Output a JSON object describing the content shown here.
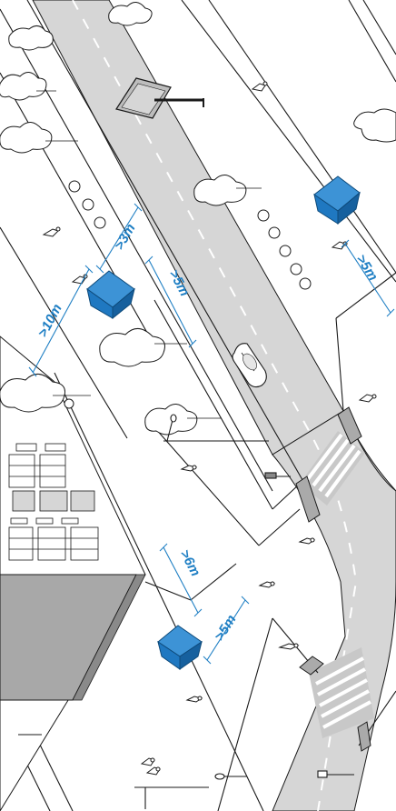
{
  "colors": {
    "background": "#ffffff",
    "road": "#d6d6d6",
    "road_edge": "#bdbdbd",
    "line": "#1a1a1a",
    "dimension": "#1f7fc4",
    "box_front": "#1f78c1",
    "box_side": "#16609e",
    "box_top": "#3d93d6",
    "building_dark": "#a8a8a8"
  },
  "distance_labels": {
    "top_left_10m": ">10m",
    "top_left_3m": ">3m",
    "top_center_5m": ">5m",
    "top_right_5m": ">5m",
    "bottom_6m": ">6m",
    "bottom_5m": ">5m"
  },
  "icons": {
    "blue_box": "blue-container-icon",
    "billboard": "billboard-icon",
    "car": "car-icon",
    "pedestrian": "pedestrian-icon",
    "tree": "tree-icon",
    "street_lamp": "street-lamp-icon",
    "crosswalk": "crosswalk-icon"
  }
}
